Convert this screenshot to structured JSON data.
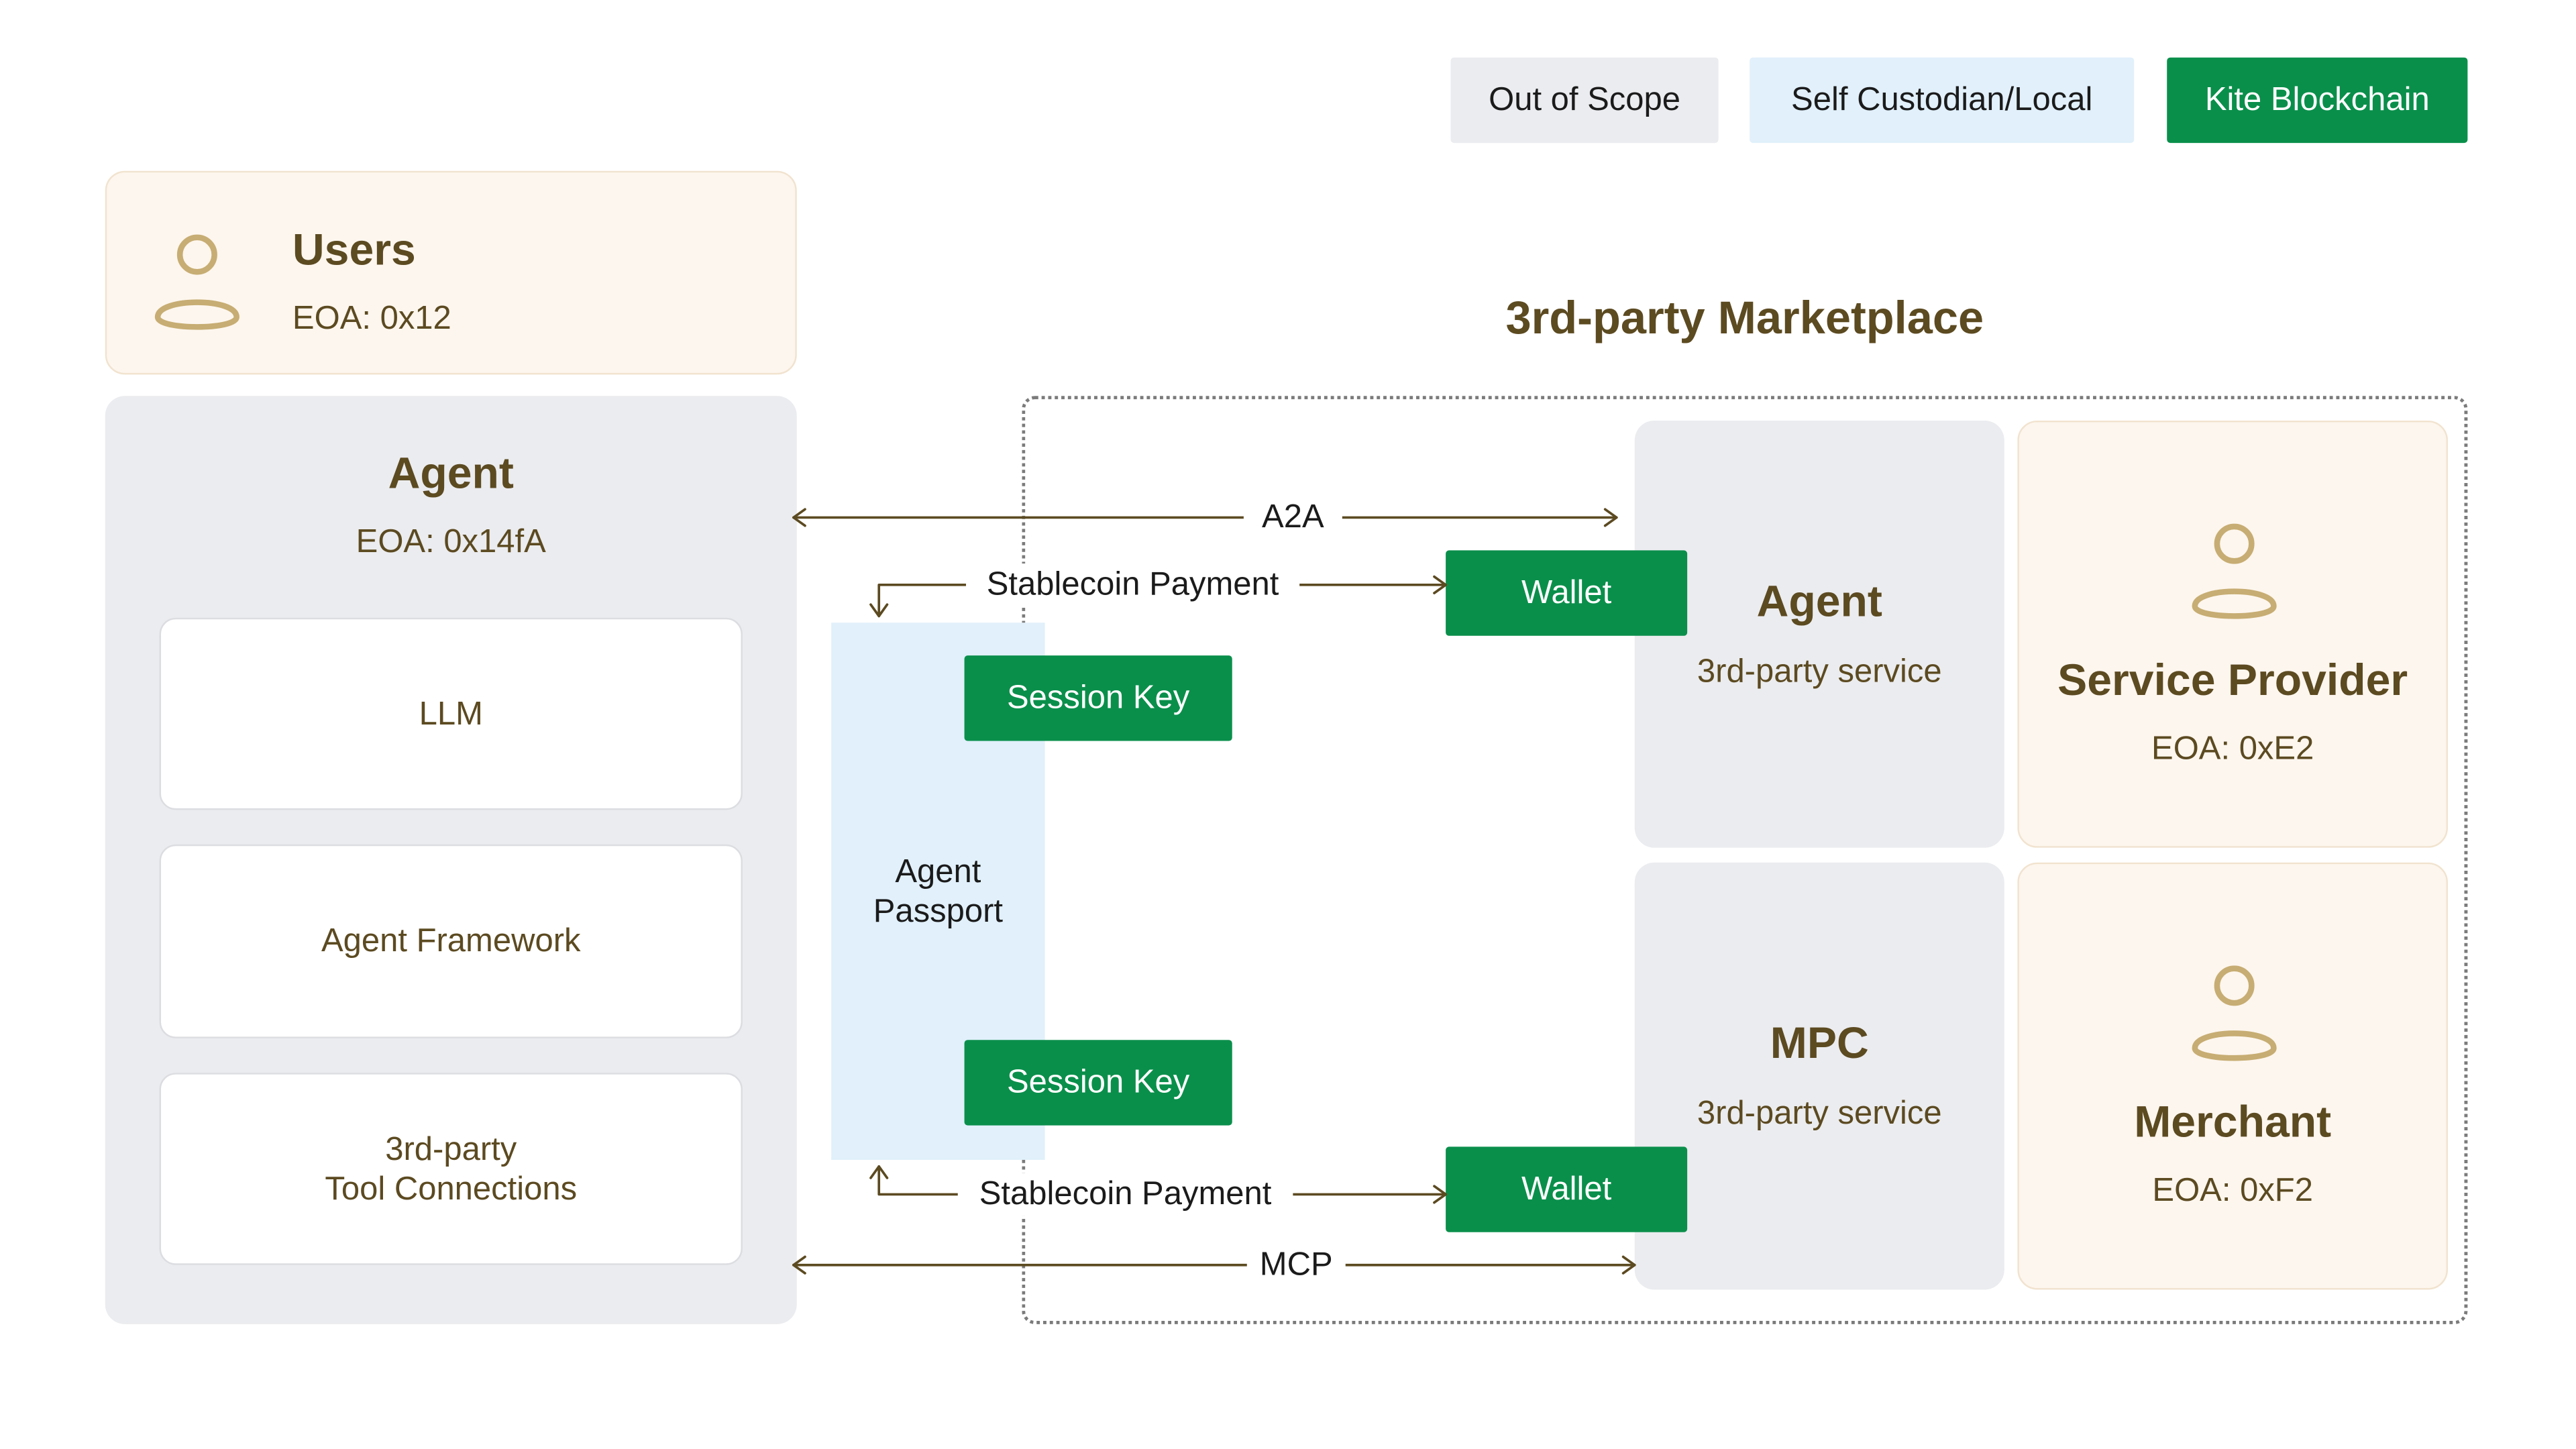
{
  "legend": {
    "out_of_scope": "Out of Scope",
    "self_custodian": "Self Custodian/Local",
    "kite_blockchain": "Kite Blockchain"
  },
  "colors": {
    "out_of_scope": "#ebecef",
    "self_custodian": "#e1f0fb",
    "kite_blockchain": "#0a8f4b",
    "user_card": "#fdf6ee",
    "accent_text": "#5c4a21",
    "person_icon": "#c7ad73"
  },
  "users": {
    "title": "Users",
    "eoa": "EOA: 0x12",
    "icon": "person-icon"
  },
  "agent": {
    "title": "Agent",
    "eoa": "EOA: 0x14fA",
    "components": [
      "LLM",
      "Agent Framework",
      "3rd-party\nTool Connections"
    ]
  },
  "passport": {
    "label": "Agent\nPassport",
    "session_key_top": "Session Key",
    "session_key_bottom": "Session Key"
  },
  "connections": {
    "a2a": "A2A",
    "stablecoin_top": "Stablecoin Payment",
    "stablecoin_bottom": "Stablecoin Payment",
    "mcp": "MCP"
  },
  "wallets": {
    "top": "Wallet",
    "bottom": "Wallet"
  },
  "marketplace": {
    "title": "3rd-party Marketplace",
    "agent_card": {
      "title": "Agent",
      "subtitle": "3rd-party service"
    },
    "mpc_card": {
      "title": "MPC",
      "subtitle": "3rd-party service"
    },
    "service_provider": {
      "title": "Service Provider",
      "eoa": "EOA: 0xE2",
      "icon": "person-icon"
    },
    "merchant": {
      "title": "Merchant",
      "eoa": "EOA: 0xF2",
      "icon": "person-icon"
    }
  }
}
